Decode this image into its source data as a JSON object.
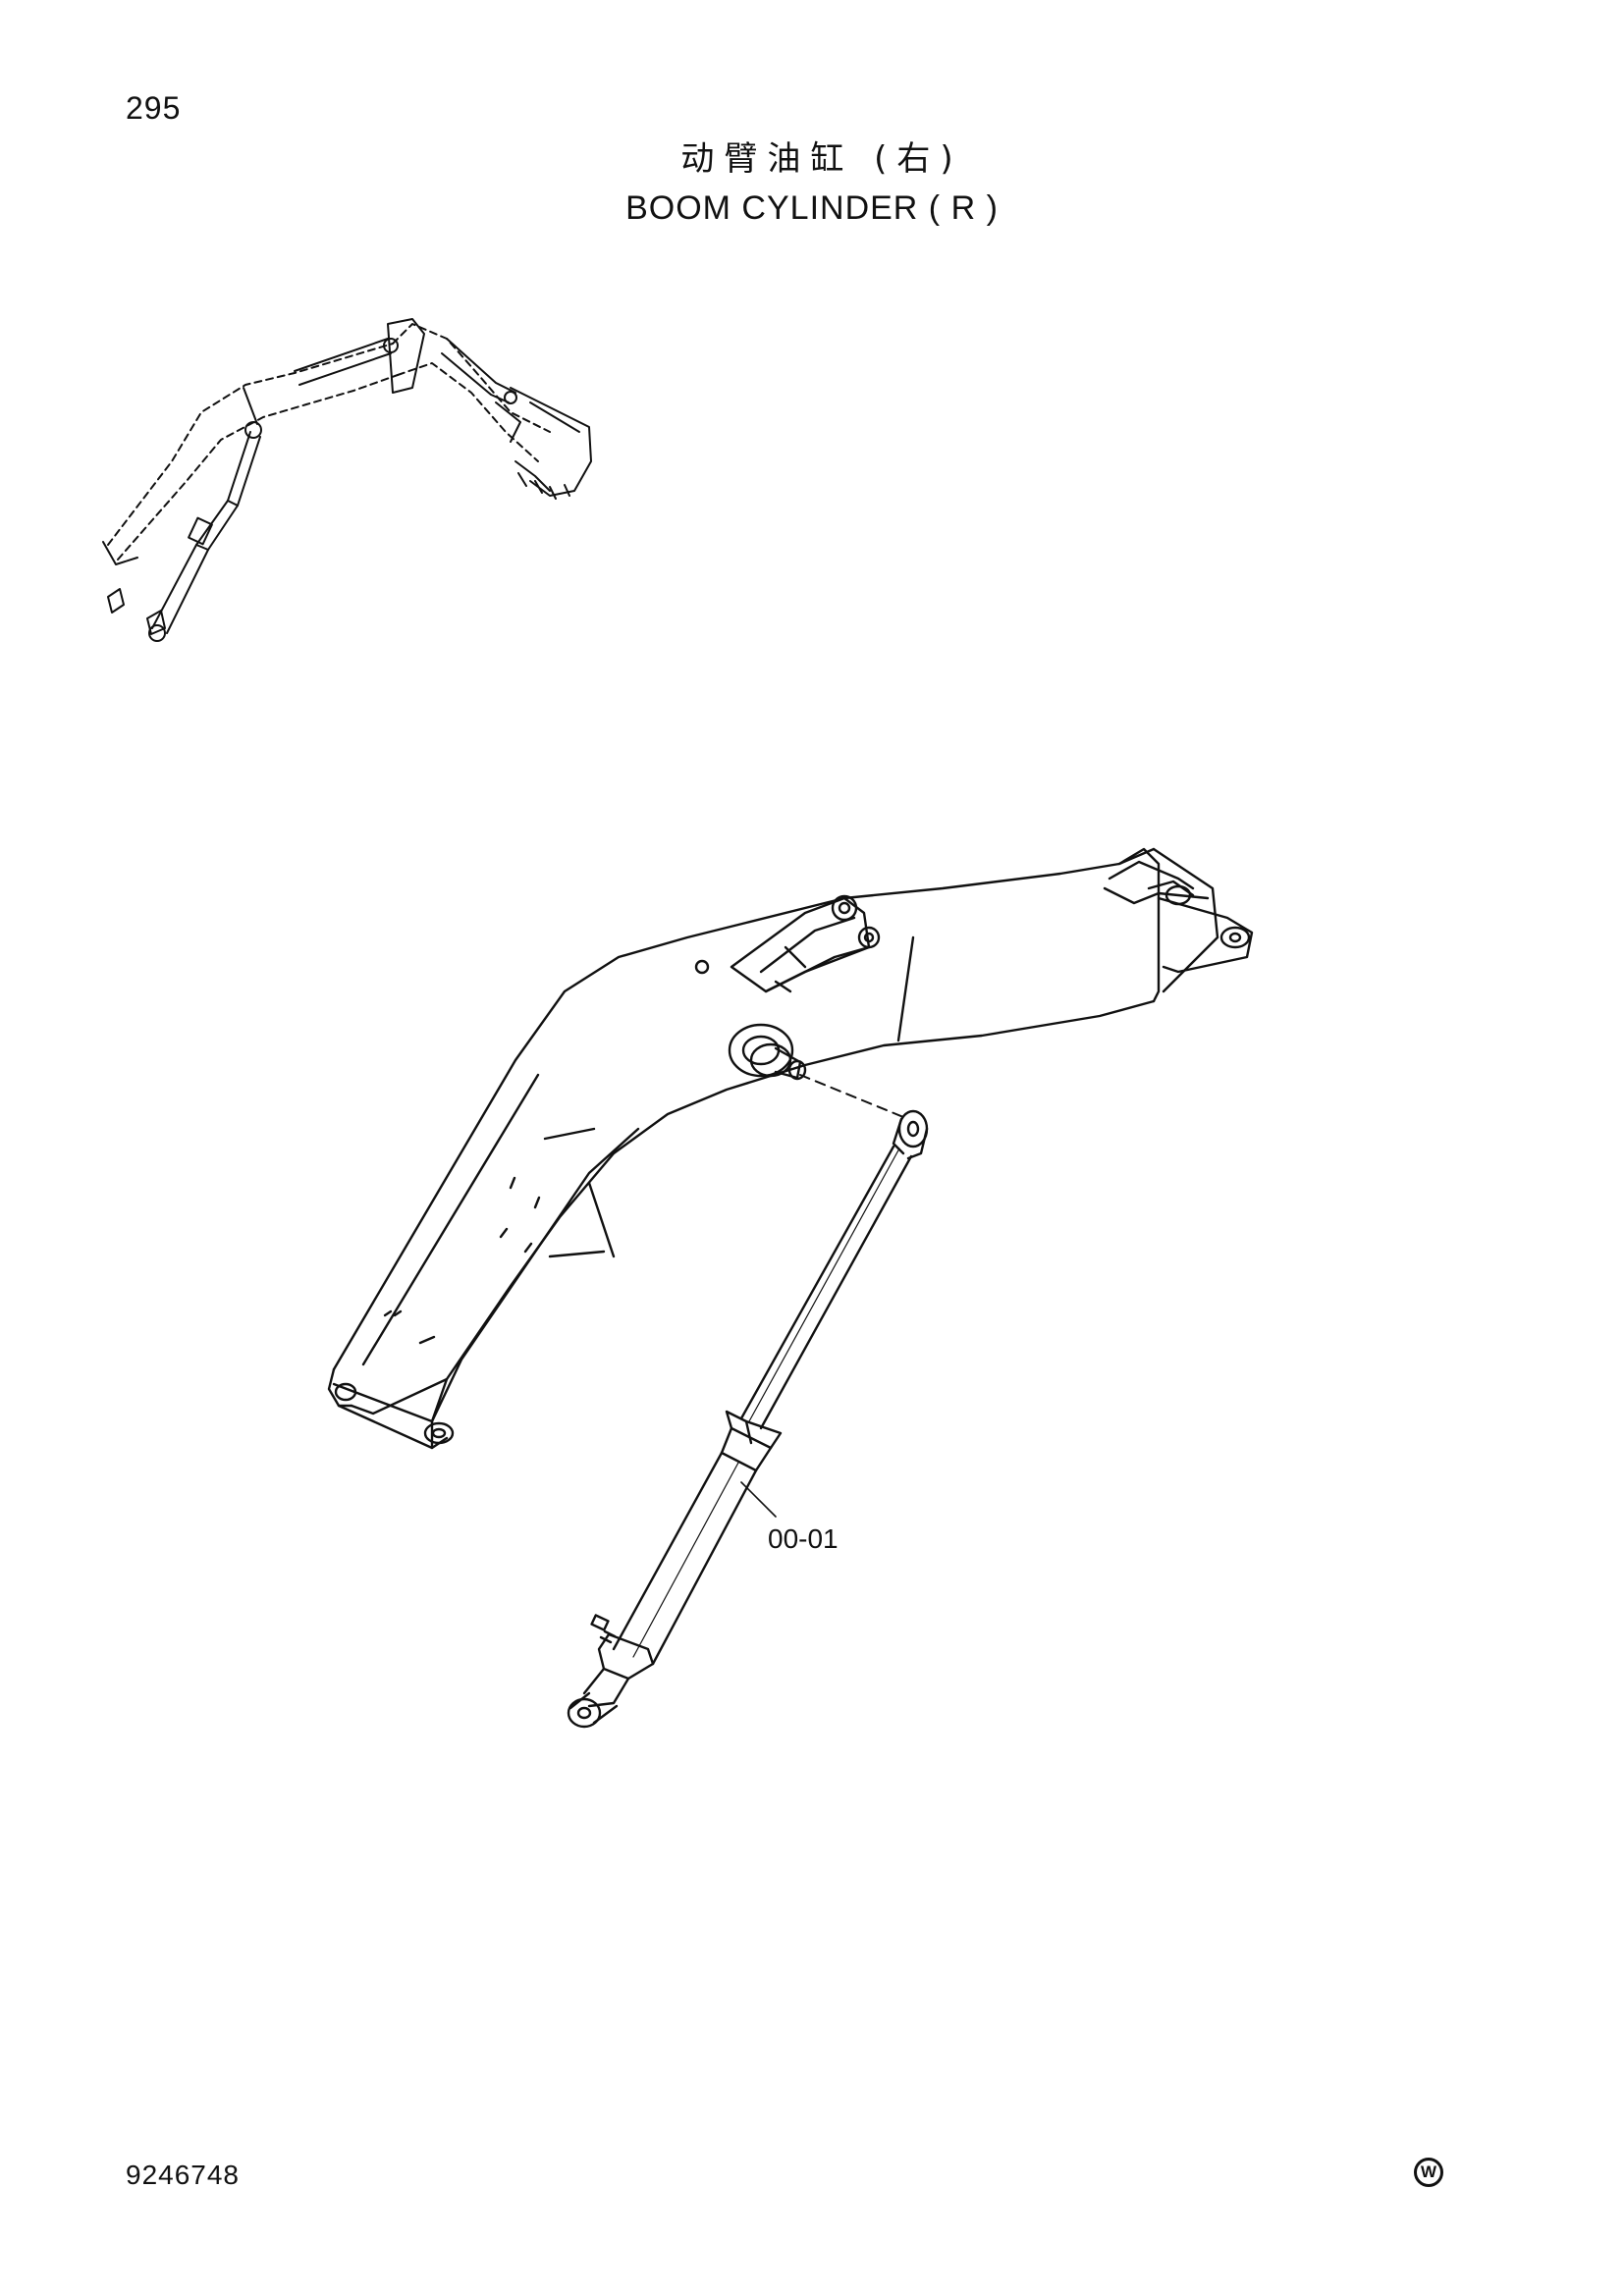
{
  "page_number": "295",
  "title": {
    "zh": "动臂油缸 (右)",
    "en": "BOOM CYLINDER ( R )"
  },
  "callouts": [
    {
      "label": "00-01"
    }
  ],
  "footer": {
    "doc_number": "9246748",
    "mark": "W"
  },
  "icons": {
    "mark_icon": "circled-w-icon",
    "overview_drawing": "excavator-front-attachment-icon",
    "main_drawing": "boom-with-cylinder-icon"
  }
}
